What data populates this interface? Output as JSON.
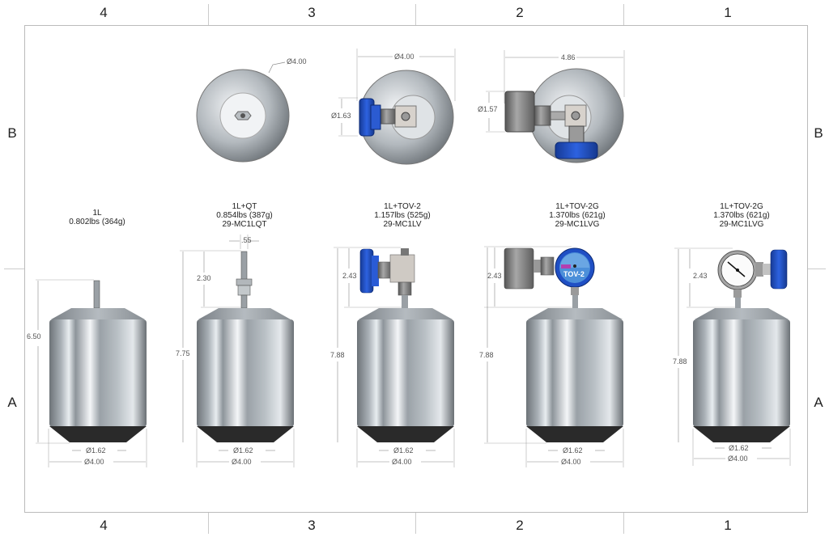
{
  "sheet": {
    "column_zones": [
      "4",
      "3",
      "2",
      "1"
    ],
    "row_zones": [
      "B",
      "A"
    ]
  },
  "top_views": [
    {
      "id": "top-qt",
      "dims": [
        "Ø4.00"
      ]
    },
    {
      "id": "top-tov2",
      "dims": [
        "Ø4.00",
        "Ø1.63"
      ]
    },
    {
      "id": "top-tov2g",
      "dims": [
        "4.86",
        "Ø1.57"
      ]
    }
  ],
  "variants": [
    {
      "name": "1L",
      "weight": "0.802lbs (364g)",
      "part": "",
      "height": "6.50",
      "top_height": "",
      "top_width": "",
      "base_dia": "Ø1.62",
      "body_dia": "Ø4.00"
    },
    {
      "name": "1L+QT",
      "weight": "0.854lbs (387g)",
      "part": "29-MC1LQT",
      "height": "7.75",
      "top_height": "2.30",
      "top_width": ".55",
      "base_dia": "Ø1.62",
      "body_dia": "Ø4.00"
    },
    {
      "name": "1L+TOV-2",
      "weight": "1.157lbs (525g)",
      "part": "29-MC1LV",
      "height": "7.88",
      "top_height": "2.43",
      "top_width": "",
      "base_dia": "Ø1.62",
      "body_dia": "Ø4.00"
    },
    {
      "name": "1L+TOV-2G",
      "weight": "1.370lbs (621g)",
      "part": "29-MC1LVG",
      "height": "7.88",
      "top_height": "2.43",
      "top_width": "",
      "base_dia": "Ø1.62",
      "body_dia": "Ø4.00",
      "label": "TOV-2"
    },
    {
      "name": "1L+TOV-2G",
      "weight": "1.370lbs (621g)",
      "part": "29-MC1LVG",
      "height": "7.88",
      "top_height": "2.43",
      "top_width": "",
      "base_dia": "Ø1.62",
      "body_dia": "Ø4.00"
    }
  ],
  "colors": {
    "valve_blue": "#1f4fc4",
    "steel": "#a8aeb4",
    "dark_base": "#2a2a2a"
  }
}
